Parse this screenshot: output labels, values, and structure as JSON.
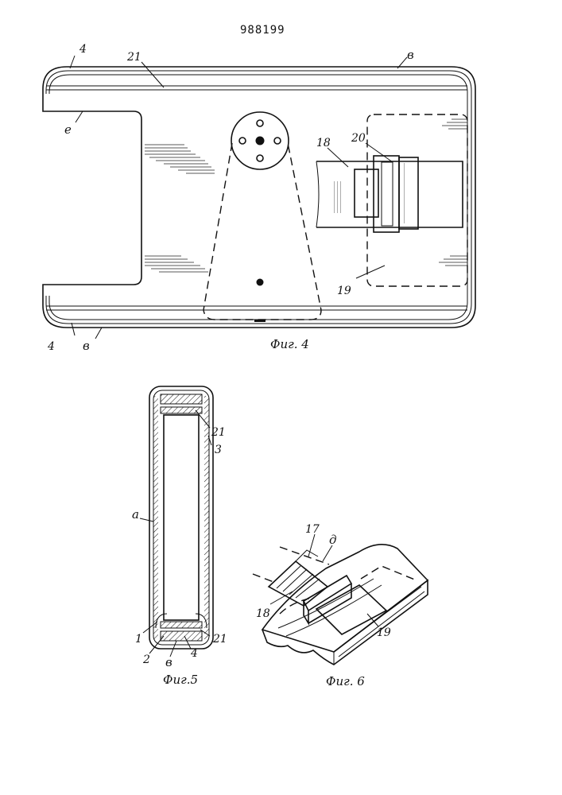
{
  "patent_number": "988199",
  "figures": [
    {
      "caption": "Фиг. 4",
      "labels": [
        "4",
        "21",
        "в",
        "е",
        "20",
        "18",
        "19",
        "4",
        "в"
      ]
    },
    {
      "caption": "Фиг.5",
      "labels": [
        "21",
        "3",
        "а",
        "1",
        "2",
        "в",
        "4",
        "21"
      ]
    },
    {
      "caption": "Фиг. 6",
      "labels": [
        "17",
        "д",
        "18",
        "19"
      ]
    }
  ]
}
